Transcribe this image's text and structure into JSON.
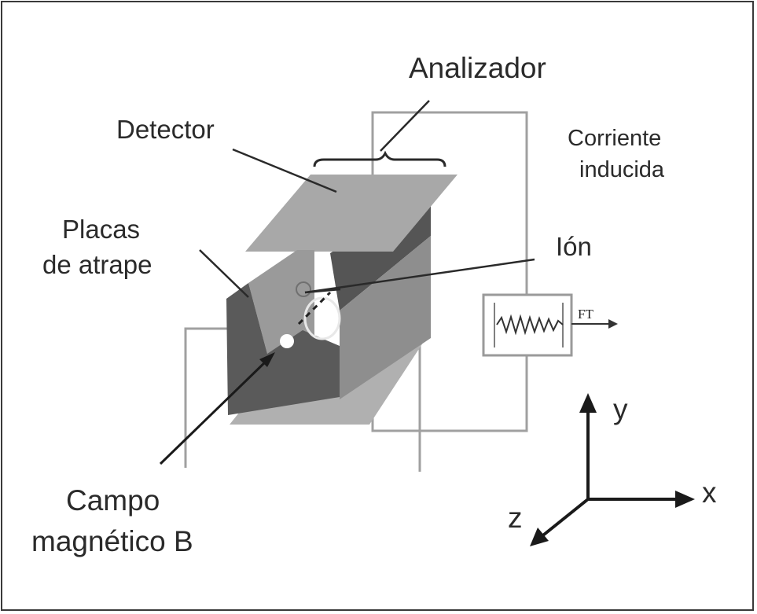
{
  "labels": {
    "analyzer": "Analizador",
    "detector": "Detector",
    "induced_current_line1": "Corriente",
    "induced_current_line2": "inducida",
    "trapping_plates_line1": "Placas",
    "trapping_plates_line2": "de atrape",
    "ion": "Ión",
    "magnetic_field_line1": "Campo",
    "magnetic_field_line2": "magnético B",
    "ft": "FT"
  },
  "axes": {
    "x": "x",
    "y": "y",
    "z": "z"
  },
  "colors": {
    "frame": "#3a3a3a",
    "light_plate": "#a9a9a9",
    "mid_plate": "#8c8c8c",
    "dark_plate": "#575757",
    "wire": "#9a9a9a",
    "arrow": "#1a1a1a"
  }
}
